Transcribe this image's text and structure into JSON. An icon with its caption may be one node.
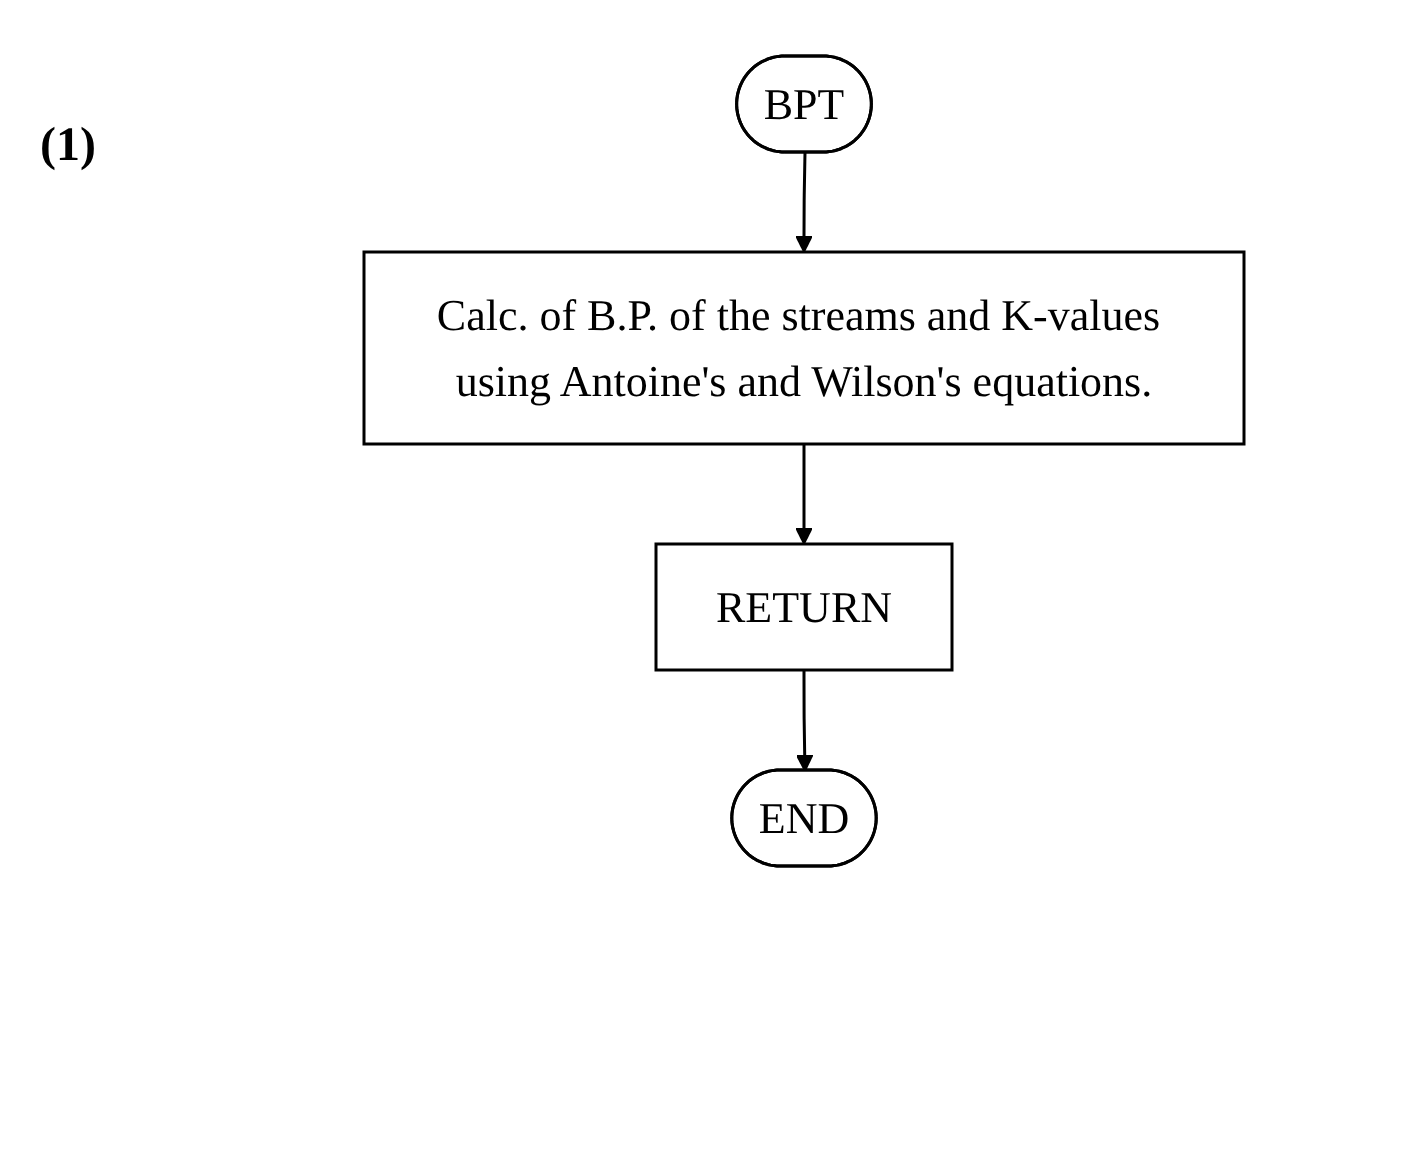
{
  "diagram": {
    "nodes": [
      {
        "text": [
          "BPT"
        ]
      },
      {
        "text": [
          "Calc. of B.P. of the streams and K-values using Antoine's and Wilson's equations."
        ]
      },
      {
        "text": [
          "RETURN"
        ]
      },
      {
        "text": [
          "END"
        ]
      }
    ],
    "edges": [
      {
        "from": 0,
        "to": 1,
        "arrow": "to"
      },
      {
        "from": 1,
        "to": 2,
        "arrow": "to"
      },
      {
        "from": 2,
        "to": 3,
        "arrow": "to"
      }
    ],
    "labels": [
      "(1)"
    ]
  }
}
